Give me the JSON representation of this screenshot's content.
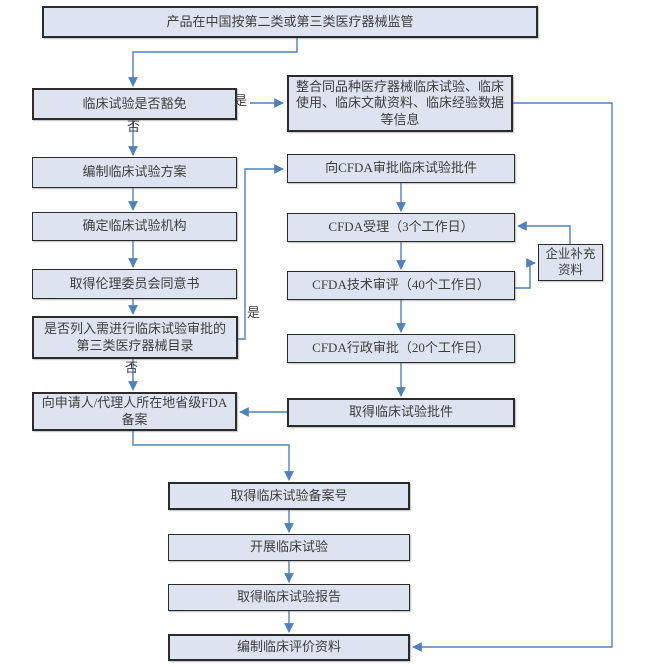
{
  "diagram": {
    "type": "flowchart",
    "language": "zh-CN",
    "topic": "中国第二类/第三类医疗器械临床试验监管流程"
  },
  "nodes": {
    "product": "产品在中国按第二类或第三类医疗器械监管",
    "exempt_question": "临床试验是否豁免",
    "integrate": "整合同品种医疗器械临床试验、临床使用、临床文献资料、临床经验数据等信息",
    "protocol": "编制临床试验方案",
    "institution": "确定临床试验机构",
    "ethics": "取得伦理委员会同意书",
    "catalog_question": "是否列入需进行临床试验审批的第三类医疗器械目录",
    "provincial_filing": "向申请人/代理人所在地省级FDA备案",
    "cfda_apply": "向CFDA审批临床试验批件",
    "cfda_accept": "CFDA受理（3个工作日）",
    "cfda_tech": "CFDA技术审评（40个工作日）",
    "cfda_admin": "CFDA行政审批（20个工作日）",
    "supplement": "企业补充资料",
    "approval": "取得临床试验批件",
    "filing_number": "取得临床试验备案号",
    "conduct": "开展临床试验",
    "report": "取得临床试验报告",
    "evaluation": "编制临床评价资料"
  },
  "edge_labels": {
    "exempt_yes": "是",
    "exempt_no": "否",
    "catalog_yes": "是",
    "catalog_no": "否"
  },
  "colors": {
    "box_fill": "#dde4f0",
    "box_border": "#2b2b2b",
    "connector": "#4f81bd",
    "text": "#3d3d3d",
    "background": "#ffffff"
  }
}
